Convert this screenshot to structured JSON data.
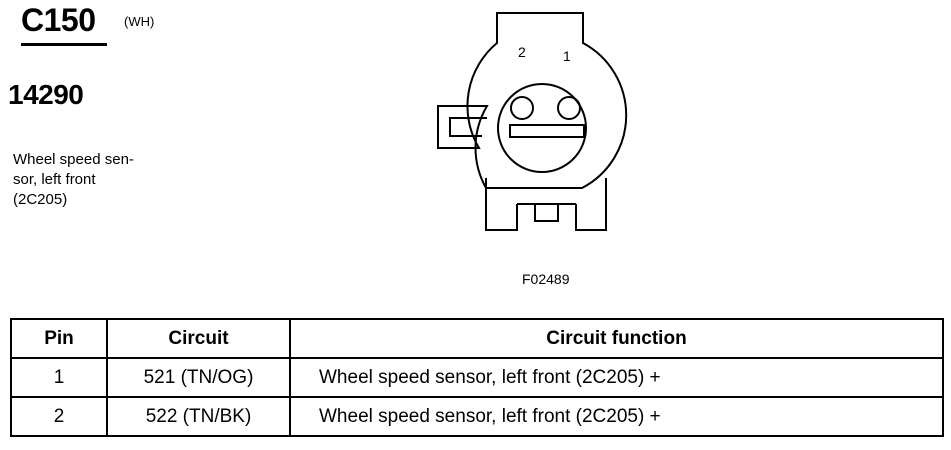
{
  "connector": {
    "id": "C150",
    "color": "(WH)",
    "part_number": "14290",
    "description_lines": [
      "Wheel speed sen-",
      "sor, left front",
      "(2C205)"
    ]
  },
  "figure": {
    "pin_labels": [
      "2",
      "1"
    ],
    "code": "F02489"
  },
  "table": {
    "headers": [
      "Pin",
      "Circuit",
      "Circuit function"
    ],
    "rows": [
      {
        "pin": "1",
        "circuit": "521 (TN/OG)",
        "function": "Wheel speed sensor, left front (2C205) +"
      },
      {
        "pin": "2",
        "circuit": "522 (TN/BK)",
        "function": "Wheel speed sensor, left front (2C205) +"
      }
    ]
  }
}
